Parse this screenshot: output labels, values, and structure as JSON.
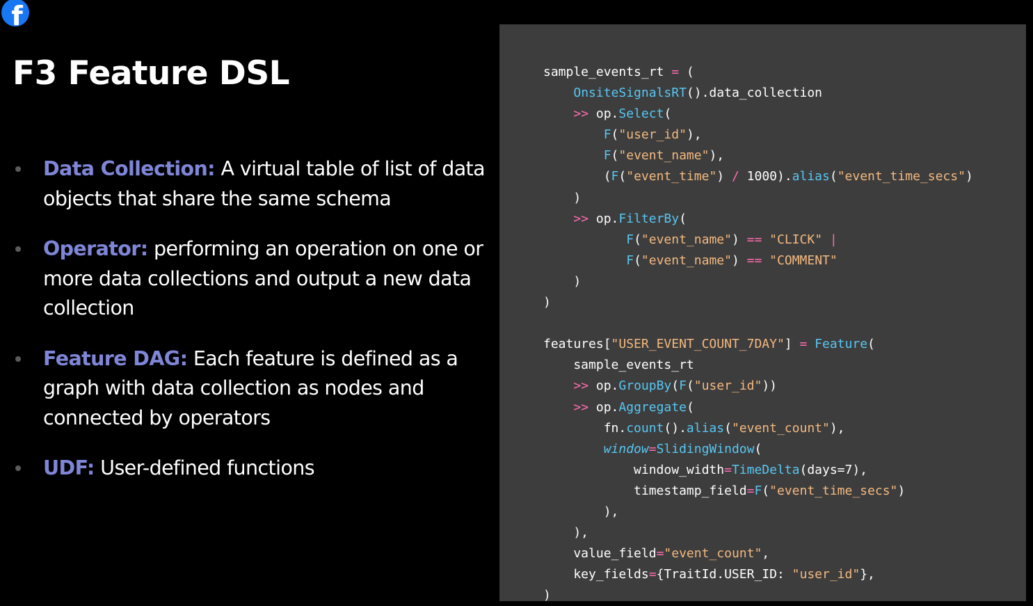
{
  "header": {
    "logo_glyph": "f",
    "title": "F3 Feature DSL"
  },
  "bullets": [
    {
      "term": "Data Collection:",
      "text": " A virtual table of list of data objects that share the same schema"
    },
    {
      "term": "Operator:",
      "text": " performing an operation on one or more data collections and output a new data collection"
    },
    {
      "term": "Feature DAG:",
      "text": " Each feature is defined as a graph with data collection as nodes and connected by operators"
    },
    {
      "term": "UDF:",
      "text": " User-defined functions"
    }
  ],
  "code_lines": [
    [
      {
        "t": "sample_events_rt "
      },
      {
        "t": "=",
        "c": "op"
      },
      {
        "t": " ("
      }
    ],
    [
      {
        "t": "    "
      },
      {
        "t": "OnsiteSignalsRT",
        "c": "fn"
      },
      {
        "t": "().data_collection"
      }
    ],
    [
      {
        "t": "    "
      },
      {
        "t": ">>",
        "c": "op"
      },
      {
        "t": " op."
      },
      {
        "t": "Select",
        "c": "fn"
      },
      {
        "t": "("
      }
    ],
    [
      {
        "t": "        "
      },
      {
        "t": "F",
        "c": "fn"
      },
      {
        "t": "("
      },
      {
        "t": "\"user_id\"",
        "c": "str"
      },
      {
        "t": "),"
      }
    ],
    [
      {
        "t": "        "
      },
      {
        "t": "F",
        "c": "fn"
      },
      {
        "t": "("
      },
      {
        "t": "\"event_name\"",
        "c": "str"
      },
      {
        "t": "),"
      }
    ],
    [
      {
        "t": "        ("
      },
      {
        "t": "F",
        "c": "fn"
      },
      {
        "t": "("
      },
      {
        "t": "\"event_time\"",
        "c": "str"
      },
      {
        "t": ") "
      },
      {
        "t": "/",
        "c": "op"
      },
      {
        "t": " 1000)."
      },
      {
        "t": "alias",
        "c": "fn"
      },
      {
        "t": "("
      },
      {
        "t": "\"event_time_secs\"",
        "c": "str"
      },
      {
        "t": ")"
      }
    ],
    [
      {
        "t": "    )"
      }
    ],
    [
      {
        "t": "    "
      },
      {
        "t": ">>",
        "c": "op"
      },
      {
        "t": " op."
      },
      {
        "t": "FilterBy",
        "c": "fn"
      },
      {
        "t": "("
      }
    ],
    [
      {
        "t": "           "
      },
      {
        "t": "F",
        "c": "fn"
      },
      {
        "t": "("
      },
      {
        "t": "\"event_name\"",
        "c": "str"
      },
      {
        "t": ") "
      },
      {
        "t": "==",
        "c": "op"
      },
      {
        "t": " "
      },
      {
        "t": "\"CLICK\"",
        "c": "str"
      },
      {
        "t": " "
      },
      {
        "t": "|",
        "c": "op"
      }
    ],
    [
      {
        "t": "           "
      },
      {
        "t": "F",
        "c": "fn"
      },
      {
        "t": "("
      },
      {
        "t": "\"event_name\"",
        "c": "str"
      },
      {
        "t": ") "
      },
      {
        "t": "==",
        "c": "op"
      },
      {
        "t": " "
      },
      {
        "t": "\"COMMENT\"",
        "c": "str"
      }
    ],
    [
      {
        "t": "    )"
      }
    ],
    [
      {
        "t": ")"
      }
    ],
    [
      {
        "t": ""
      }
    ],
    [
      {
        "t": "features["
      },
      {
        "t": "\"USER_EVENT_COUNT_7DAY\"",
        "c": "str"
      },
      {
        "t": "] "
      },
      {
        "t": "=",
        "c": "op"
      },
      {
        "t": " "
      },
      {
        "t": "Feature",
        "c": "fn"
      },
      {
        "t": "("
      }
    ],
    [
      {
        "t": "    sample_events_rt"
      }
    ],
    [
      {
        "t": "    "
      },
      {
        "t": ">>",
        "c": "op"
      },
      {
        "t": " op."
      },
      {
        "t": "GroupBy",
        "c": "fn"
      },
      {
        "t": "("
      },
      {
        "t": "F",
        "c": "fn"
      },
      {
        "t": "("
      },
      {
        "t": "\"user_id\"",
        "c": "str"
      },
      {
        "t": "))"
      }
    ],
    [
      {
        "t": "    "
      },
      {
        "t": ">>",
        "c": "op"
      },
      {
        "t": " op."
      },
      {
        "t": "Aggregate",
        "c": "fn"
      },
      {
        "t": "("
      }
    ],
    [
      {
        "t": "        fn."
      },
      {
        "t": "count",
        "c": "fn"
      },
      {
        "t": "()."
      },
      {
        "t": "alias",
        "c": "fn"
      },
      {
        "t": "("
      },
      {
        "t": "\"event_count\"",
        "c": "str"
      },
      {
        "t": "),"
      }
    ],
    [
      {
        "t": "        "
      },
      {
        "t": "window",
        "c": "it"
      },
      {
        "t": "=",
        "c": "op"
      },
      {
        "t": "SlidingWindow",
        "c": "fn"
      },
      {
        "t": "("
      }
    ],
    [
      {
        "t": "            window_width"
      },
      {
        "t": "=",
        "c": "op"
      },
      {
        "t": "TimeDelta",
        "c": "fn"
      },
      {
        "t": "(days=7),"
      }
    ],
    [
      {
        "t": "            timestamp_field"
      },
      {
        "t": "=",
        "c": "op"
      },
      {
        "t": "F",
        "c": "fn"
      },
      {
        "t": "("
      },
      {
        "t": "\"event_time_secs\"",
        "c": "str"
      },
      {
        "t": ")"
      }
    ],
    [
      {
        "t": "        ),"
      }
    ],
    [
      {
        "t": "    ),"
      }
    ],
    [
      {
        "t": "    value_field"
      },
      {
        "t": "=",
        "c": "op"
      },
      {
        "t": "\"event_count\"",
        "c": "str"
      },
      {
        "t": ","
      }
    ],
    [
      {
        "t": "    key_fields"
      },
      {
        "t": "=",
        "c": "op"
      },
      {
        "t": "{TraitId.USER_ID: "
      },
      {
        "t": "\"user_id\"",
        "c": "str"
      },
      {
        "t": "},"
      }
    ],
    [
      {
        "t": ")"
      }
    ]
  ],
  "colors": {
    "background": "#000000",
    "code_panel": "#3d3d3d",
    "term_accent": "#7f86d8",
    "code_operator": "#ff6bb0",
    "code_function": "#57c7f3",
    "code_string": "#f4b980",
    "facebook_blue": "#1877f2"
  },
  "icons": {
    "logo": "facebook-logo-icon"
  }
}
